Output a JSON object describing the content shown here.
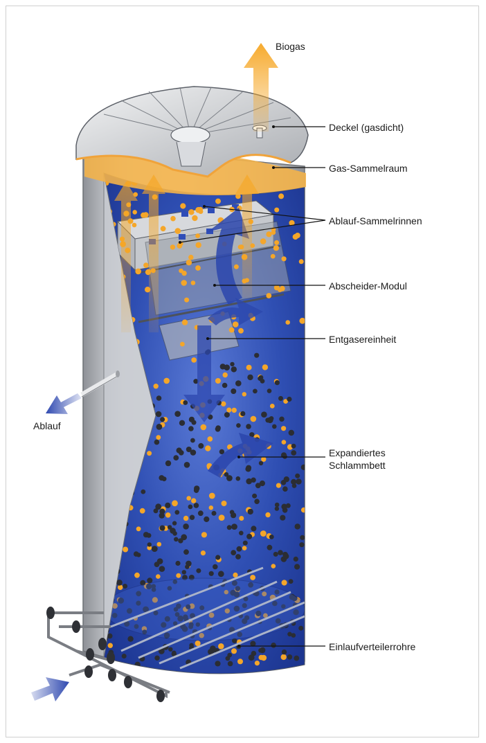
{
  "diagram": {
    "labels": {
      "biogas": "Biogas",
      "deckel": "Deckel (gasdicht)",
      "gas_sammelraum": "Gas-Sammelraum",
      "ablauf_sammelrinnen": "Ablauf-Sammelrinnen",
      "abscheider_modul": "Abscheider-Modul",
      "entgasereinheit": "Entgasereinheit",
      "ablauf": "Ablauf",
      "expandiertes_line1": "Expandiertes",
      "expandiertes_line2": "Schlammbett",
      "einlaufverteilerrohre": "Einlaufverteilerrohre"
    },
    "colors": {
      "shell": "#b9bcc1",
      "liquid": "#3a58b8",
      "gas_bubble": "#f4a62a",
      "sludge_particle": "#2b2d33",
      "flow_arrow": "#2f49b0",
      "gas_arrow": "#f6a623"
    }
  }
}
